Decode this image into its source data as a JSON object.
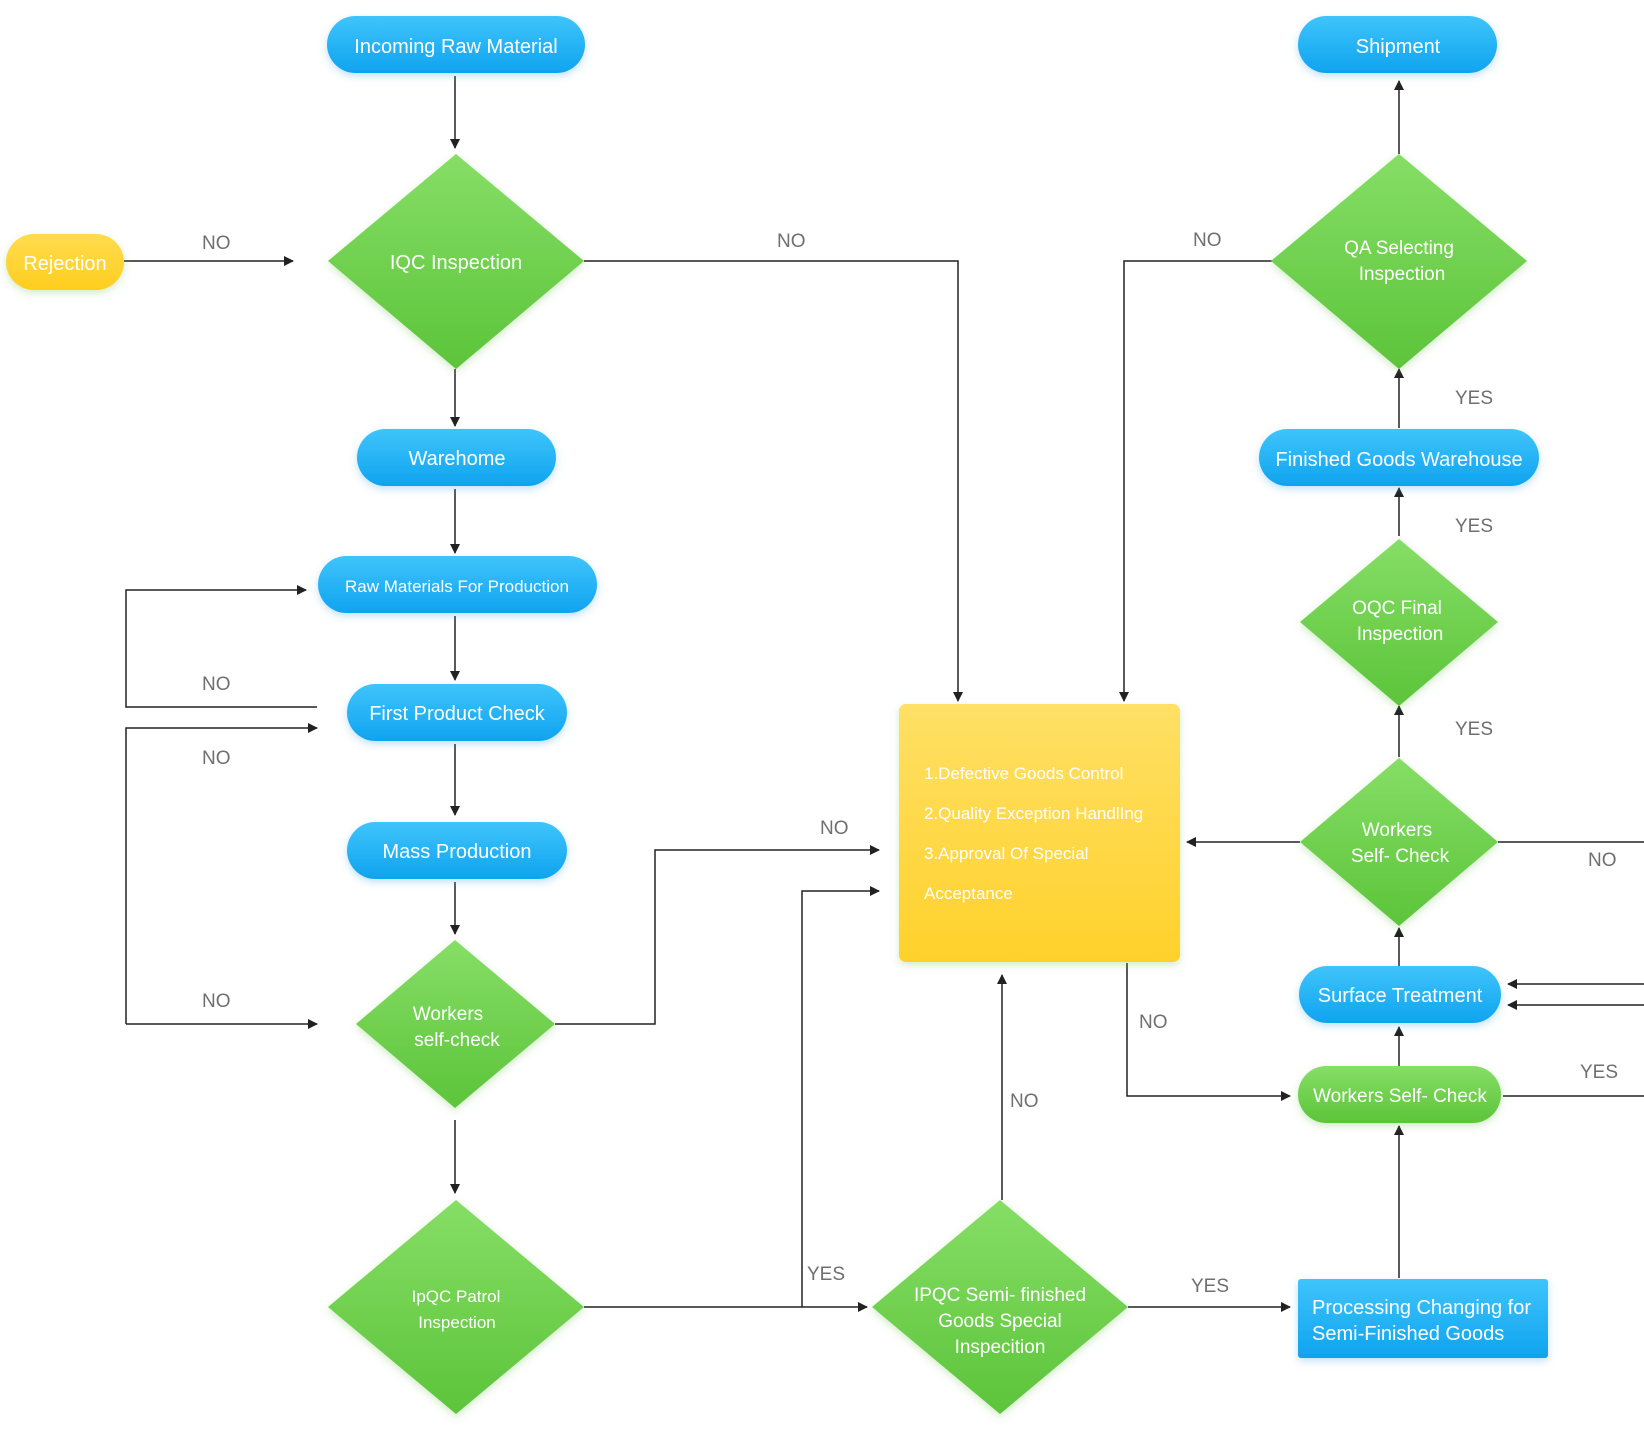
{
  "nodes": {
    "incoming": "Incoming  Raw Material",
    "iqc": "IQC Inspection",
    "rejection": "Rejection",
    "warehome": "Warehome",
    "raw_materials": "Raw Materials For Production",
    "first_product": "First Product  Check",
    "mass_production": "Mass  Production",
    "workers_selfcheck_1_line1": "Workers",
    "workers_selfcheck_1_line2": "self-check",
    "ipqc_patrol_line1": "IpQC Patrol",
    "ipqc_patrol_line2": "Inspection",
    "ipqc_semi_line1": "IPQC Semi- finished",
    "ipqc_semi_line2": "Goods Special",
    "ipqc_semi_line3": "Inspecition",
    "processing_line1": "Processing  Changing for",
    "processing_line2": "Semi-Finished  Goods",
    "workers_selfcheck_bottom": "Workers Self- Check",
    "surface_treatment": "Surface Treatment",
    "workers_selfcheck_2_line1": "Workers",
    "workers_selfcheck_2_line2": "Self- Check",
    "oqc_line1": "OQC Final",
    "oqc_line2": "Inspection",
    "finished_goods_warehouse": "Finished Goods Warehouse",
    "qa_line1": "QA Selecting",
    "qa_line2": "Inspection",
    "shipment": "Shipment"
  },
  "control_box": {
    "item1": "1.Defective Goods Control",
    "item2": "2.Quality Exception HandlIng",
    "item3": "3.Approval Of Special",
    "item4": "Acceptance"
  },
  "edge_labels": {
    "no_rejection": "NO",
    "no_iqc": "NO",
    "no_first_1": "NO",
    "no_first_2": "NO",
    "no_workers_1": "NO",
    "no_workers_ctrl": "NO",
    "yes_patrol": "YES",
    "no_semi": "NO",
    "yes_semi": "YES",
    "no_box": "NO",
    "no_qa": "NO",
    "yes_qa": "YES",
    "yes_fgw": "YES",
    "yes_oqc": "YES",
    "no_workers_2": "NO",
    "yes_bottom": "YES"
  },
  "colors": {
    "blue_top": "#3fc4fb",
    "blue_bottom": "#0fa3ef",
    "green_top": "#86de66",
    "green_bottom": "#5cc43a",
    "yellow_top": "#ffe066",
    "yellow_bottom": "#ffd12a",
    "line": "#222222",
    "label": "#6f6f6f"
  }
}
